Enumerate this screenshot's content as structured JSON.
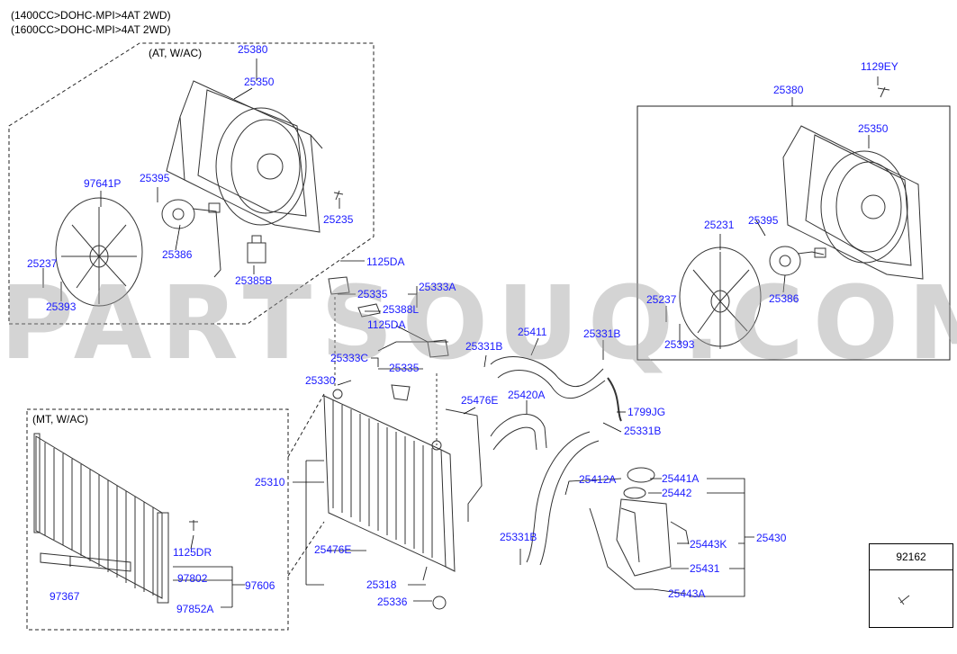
{
  "header": {
    "line1": "(1400CC>DOHC-MPI>4AT 2WD)",
    "line2": "(1600CC>DOHC-MPI>4AT 2WD)"
  },
  "captions": {
    "at_wac": "(AT, W/AC)",
    "mt_wac": "(MT, W/AC)"
  },
  "watermark": "PARTSOUQ.COM",
  "reference_box": {
    "label": "92162"
  },
  "part_labels": {
    "p25380_left": "25380",
    "p25350_left": "25350",
    "p97641P": "97641P",
    "p25395_left": "25395",
    "p25235": "25235",
    "p25386_left": "25386",
    "p25385B": "25385B",
    "p25237_left": "25237",
    "p25393_left": "25393",
    "p1125DA_top": "1125DA",
    "p25333A": "25333A",
    "p25335_top": "25335",
    "p25388L": "25388L",
    "p1125DA_mid": "1125DA",
    "p25333C": "25333C",
    "p25335_mid": "25335",
    "p25330": "25330",
    "p25331B_a": "25331B",
    "p25411": "25411",
    "p25331B_b": "25331B",
    "p25476E_top": "25476E",
    "p25420A": "25420A",
    "p1799JG": "1799JG",
    "p25331B_c": "25331B",
    "p25310": "25310",
    "p25412A": "25412A",
    "p25441A": "25441A",
    "p25442": "25442",
    "p25430": "25430",
    "p25331B_d": "25331B",
    "p25443K": "25443K",
    "p25431": "25431",
    "p25476E_bot": "25476E",
    "p25318": "25318",
    "p25443A": "25443A",
    "p25336": "25336",
    "p1129EY": "1129EY",
    "p25380_right": "25380",
    "p25350_right": "25350",
    "p25231": "25231",
    "p25395_right": "25395",
    "p25237_right": "25237",
    "p25386_right": "25386",
    "p25393_right": "25393",
    "p1125DR": "1125DR",
    "p97802": "97802",
    "p97606": "97606",
    "p97367": "97367",
    "p97852A": "97852A"
  }
}
